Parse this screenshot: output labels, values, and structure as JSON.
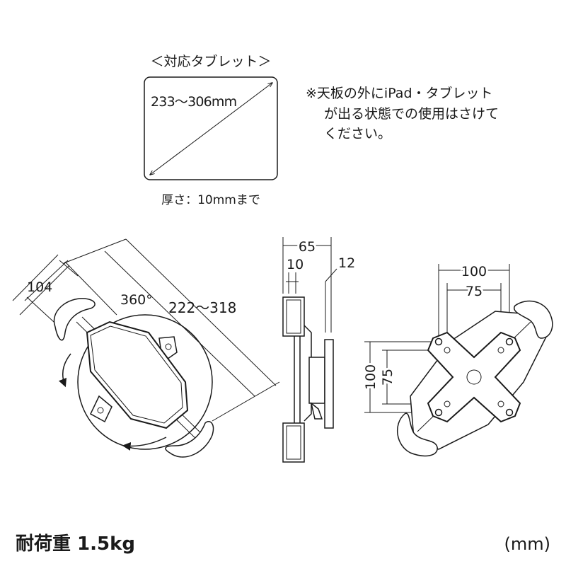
{
  "tablet_spec": {
    "heading": "＜対応タブレット＞",
    "diagonal": "233～306mm",
    "thickness": "厚さ：10mmまで"
  },
  "note": {
    "lines": [
      "※天板の外にiPad・タブレット",
      "が出る状態での使用はさけて",
      "ください。"
    ]
  },
  "front_view": {
    "dim_104": "104",
    "rotation": "360°",
    "dim_range": "222～318"
  },
  "side_view": {
    "dim_65": "65",
    "dim_10": "10",
    "dim_12": "12"
  },
  "back_view": {
    "dim_100_h": "100",
    "dim_75_h": "75",
    "dim_100_v": "100",
    "dim_75_v": "75"
  },
  "footer": {
    "load": "耐荷重 1.5kg",
    "unit": "(mm)"
  }
}
